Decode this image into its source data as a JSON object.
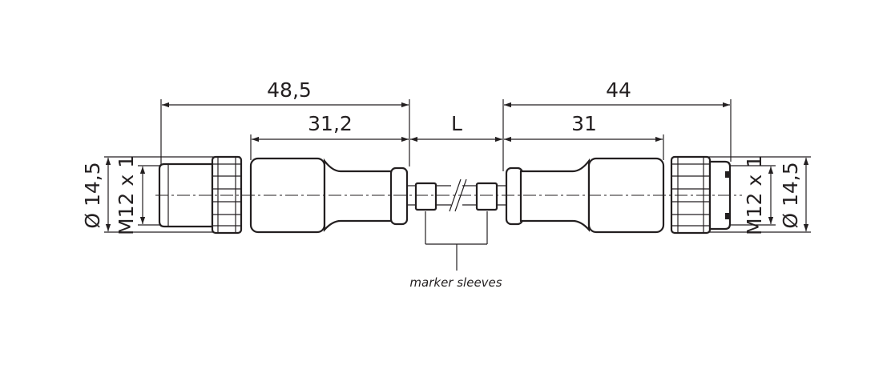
{
  "dimensions": {
    "left_overall": "48,5",
    "left_body": "31,2",
    "cable_length": "L",
    "right_overall": "44",
    "right_body": "31",
    "left_diameter": "Ø 14,5",
    "left_thread": "M12 x 1",
    "right_thread": "M12 x 1",
    "right_diameter": "Ø 14,5"
  },
  "annotation": {
    "marker_sleeves": "marker sleeves"
  },
  "colors": {
    "line": "#231f20",
    "background": "#ffffff"
  }
}
